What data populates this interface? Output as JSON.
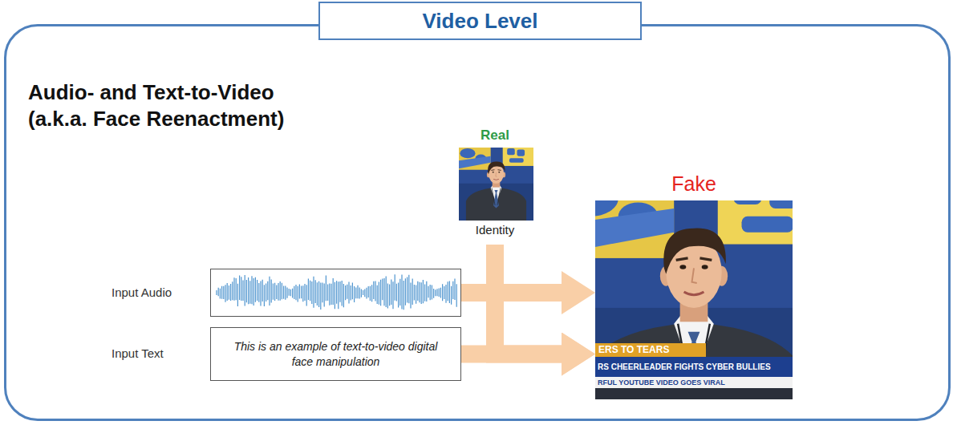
{
  "diagram": {
    "nodes": [
      {
        "text": [
          "Video Level"
        ]
      },
      {
        "text": [
          "Audio- and Text-to-Video (a.k.a. Face Reenactment)"
        ]
      },
      {
        "text": [
          "Real",
          "Identity"
        ],
        "in": 1
      },
      {
        "text": [
          "Fake",
          "ERS TO TEARS",
          "RS CHEERLEADER FIGHTS CYBER BULLIES",
          "RFUL YOUTUBE VIDEO GOES VIRAL"
        ],
        "in": 1
      },
      {
        "text": [
          "Input Audio"
        ],
        "in": 1
      },
      {
        "text": [
          "Input Text",
          "This is an example of text-to-video digital face manipulation"
        ],
        "in": 1
      }
    ],
    "edges": [
      {
        "from": 2,
        "to": 3,
        "arrow": "to"
      },
      {
        "from": 4,
        "to": 3,
        "arrow": "to"
      },
      {
        "from": 5,
        "to": 3,
        "arrow": "to"
      }
    ]
  }
}
